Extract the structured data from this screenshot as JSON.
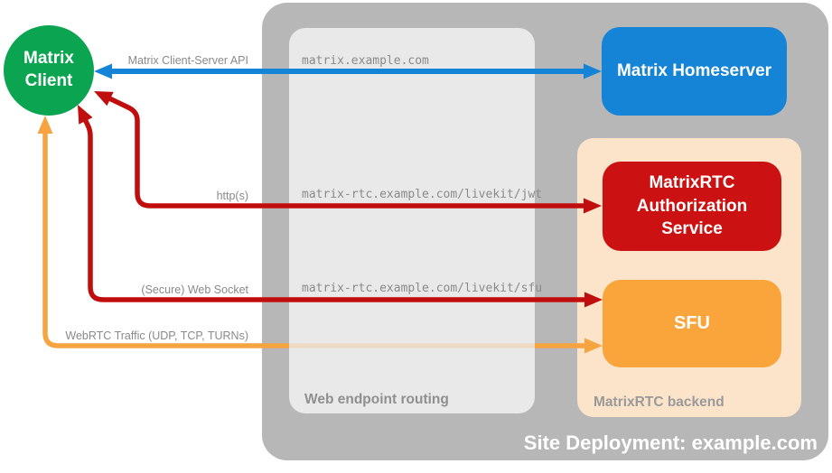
{
  "title": "Site Deployment: example.com",
  "containers": {
    "site": {
      "label": "Site Deployment: example.com"
    },
    "routing": {
      "label": "Web endpoint routing"
    },
    "backend": {
      "label": "MatrixRTC backend"
    }
  },
  "nodes": {
    "client": {
      "label": "Matrix\nClient"
    },
    "homeserver": {
      "label": "Matrix Homeserver"
    },
    "auth_service": {
      "label": "MatrixRTC\nAuthorization\nService"
    },
    "sfu": {
      "label": "SFU"
    }
  },
  "arrows": [
    {
      "name": "client-server-api",
      "label": "Matrix Client-Server API",
      "endpoint": "matrix.example.com",
      "style": "double-headed blue"
    },
    {
      "name": "http",
      "label": "http(s)",
      "endpoint": "matrix-rtc.example.com/livekit/jwt",
      "style": "double-headed red"
    },
    {
      "name": "websocket",
      "label": "(Secure) Web Socket",
      "endpoint": "matrix-rtc.example.com/livekit/sfu",
      "style": "double-headed red"
    },
    {
      "name": "webrtc",
      "label": "WebRTC Traffic (UDP, TCP, TURNs)",
      "endpoint": "",
      "style": "double-headed orange, passes under routing box"
    }
  ],
  "colors": {
    "blue": "#1584d7",
    "red": "#c00e0e",
    "red_box": "#cb1111",
    "orange": "#f6a441",
    "orange_box": "#f9a53c",
    "orange_faded": "#ecdac5",
    "green": "#0ba551",
    "container_gray": "#b7b7b7",
    "routing_gray": "#e9e9e9",
    "backend_peach": "#fbe4ca",
    "label_gray": "#8a8a8a"
  }
}
